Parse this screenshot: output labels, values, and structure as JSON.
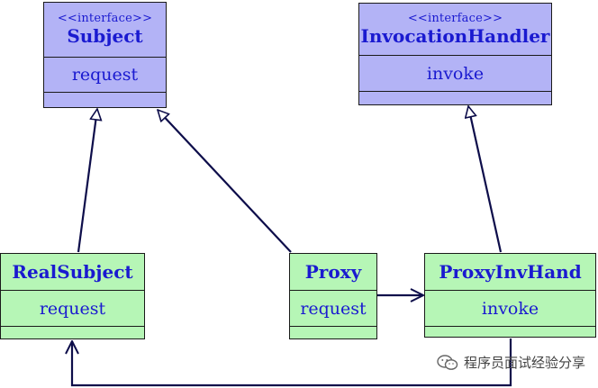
{
  "diagram": {
    "subject": {
      "stereotype": "<<interface>>",
      "name": "Subject",
      "method": "request"
    },
    "invocation_handler": {
      "stereotype": "<<interface>>",
      "name": "InvocationHandler",
      "method": "invoke"
    },
    "real_subject": {
      "name": "RealSubject",
      "method": "request"
    },
    "proxy": {
      "name": "Proxy",
      "method": "request"
    },
    "proxy_inv_hand": {
      "name": "ProxyInvHand",
      "method": "invoke"
    }
  },
  "watermark": {
    "icon": "wechat-icon",
    "text": "程序员面试经验分享"
  },
  "colors": {
    "interface_fill": "#b3b3f6",
    "class_fill": "#b6f6b6",
    "text": "#1a1ad0",
    "line": "#0d0d4a"
  }
}
